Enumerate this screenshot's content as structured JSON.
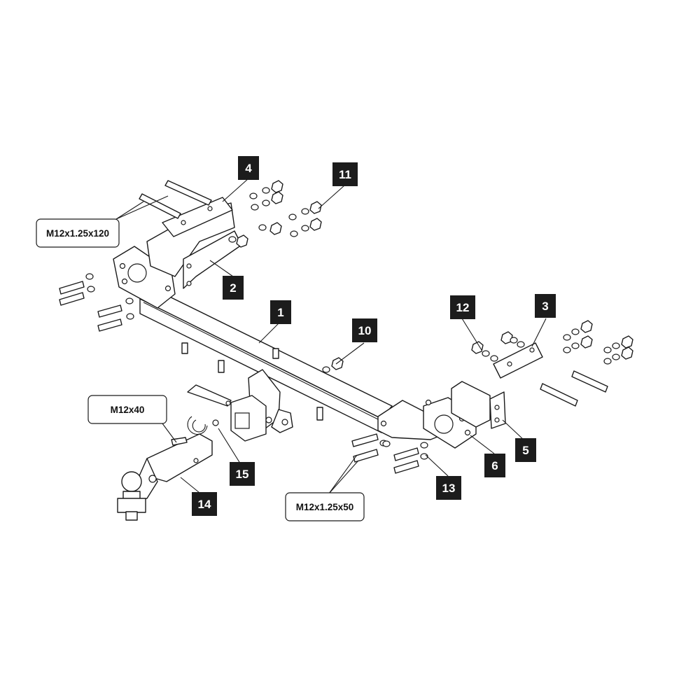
{
  "parts": [
    {
      "id": "part-1",
      "number": "1"
    },
    {
      "id": "part-2",
      "number": "2"
    },
    {
      "id": "part-3",
      "number": "3"
    },
    {
      "id": "part-4",
      "number": "4"
    },
    {
      "id": "part-5",
      "number": "5"
    },
    {
      "id": "part-6",
      "number": "6"
    },
    {
      "id": "part-10",
      "number": "10"
    },
    {
      "id": "part-11",
      "number": "11"
    },
    {
      "id": "part-12",
      "number": "12"
    },
    {
      "id": "part-13",
      "number": "13"
    },
    {
      "id": "part-14",
      "number": "14"
    },
    {
      "id": "part-15",
      "number": "15"
    }
  ],
  "callouts": [
    {
      "id": "bolt-spec-long",
      "text": "M12x1.25x120"
    },
    {
      "id": "bolt-spec-short",
      "text": "M12x40"
    },
    {
      "id": "bolt-spec-medium",
      "text": "M12x1.25x50"
    }
  ],
  "colors": {
    "badge": "#1c1c1c",
    "badge_text": "#ffffff",
    "line": "#1a1a1a",
    "background": "#ffffff"
  }
}
